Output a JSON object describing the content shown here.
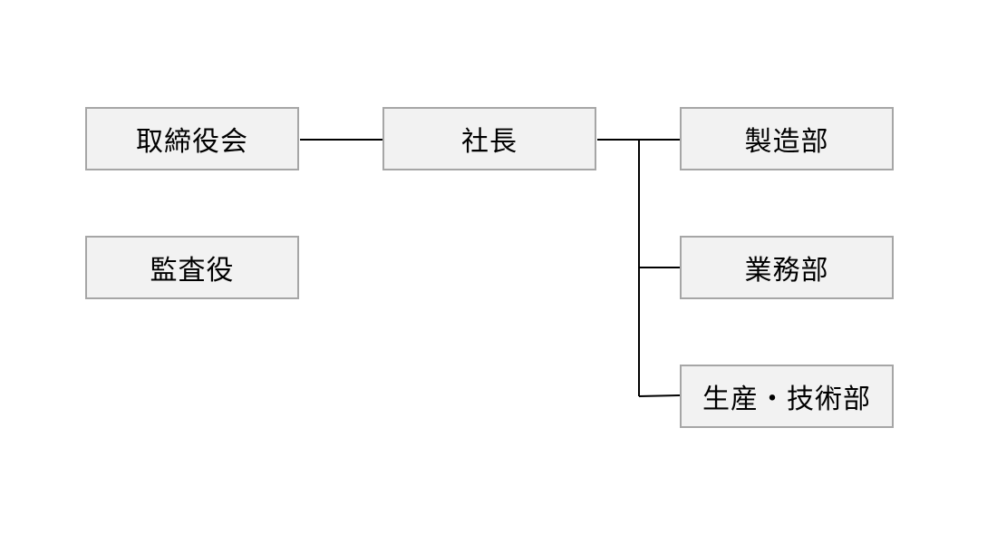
{
  "org_chart": {
    "nodes": {
      "board": "取締役会",
      "auditor": "監査役",
      "president": "社長",
      "manufacturing": "製造部",
      "business": "業務部",
      "production_tech": "生産・技術部"
    },
    "connections": [
      [
        "board",
        "president"
      ],
      [
        "president",
        "manufacturing"
      ],
      [
        "president",
        "business"
      ],
      [
        "president",
        "production_tech"
      ]
    ]
  },
  "colors": {
    "node_fill": "#f2f2f2",
    "node_border": "#a6a6a6",
    "connector": "#000000",
    "text": "#000000"
  }
}
